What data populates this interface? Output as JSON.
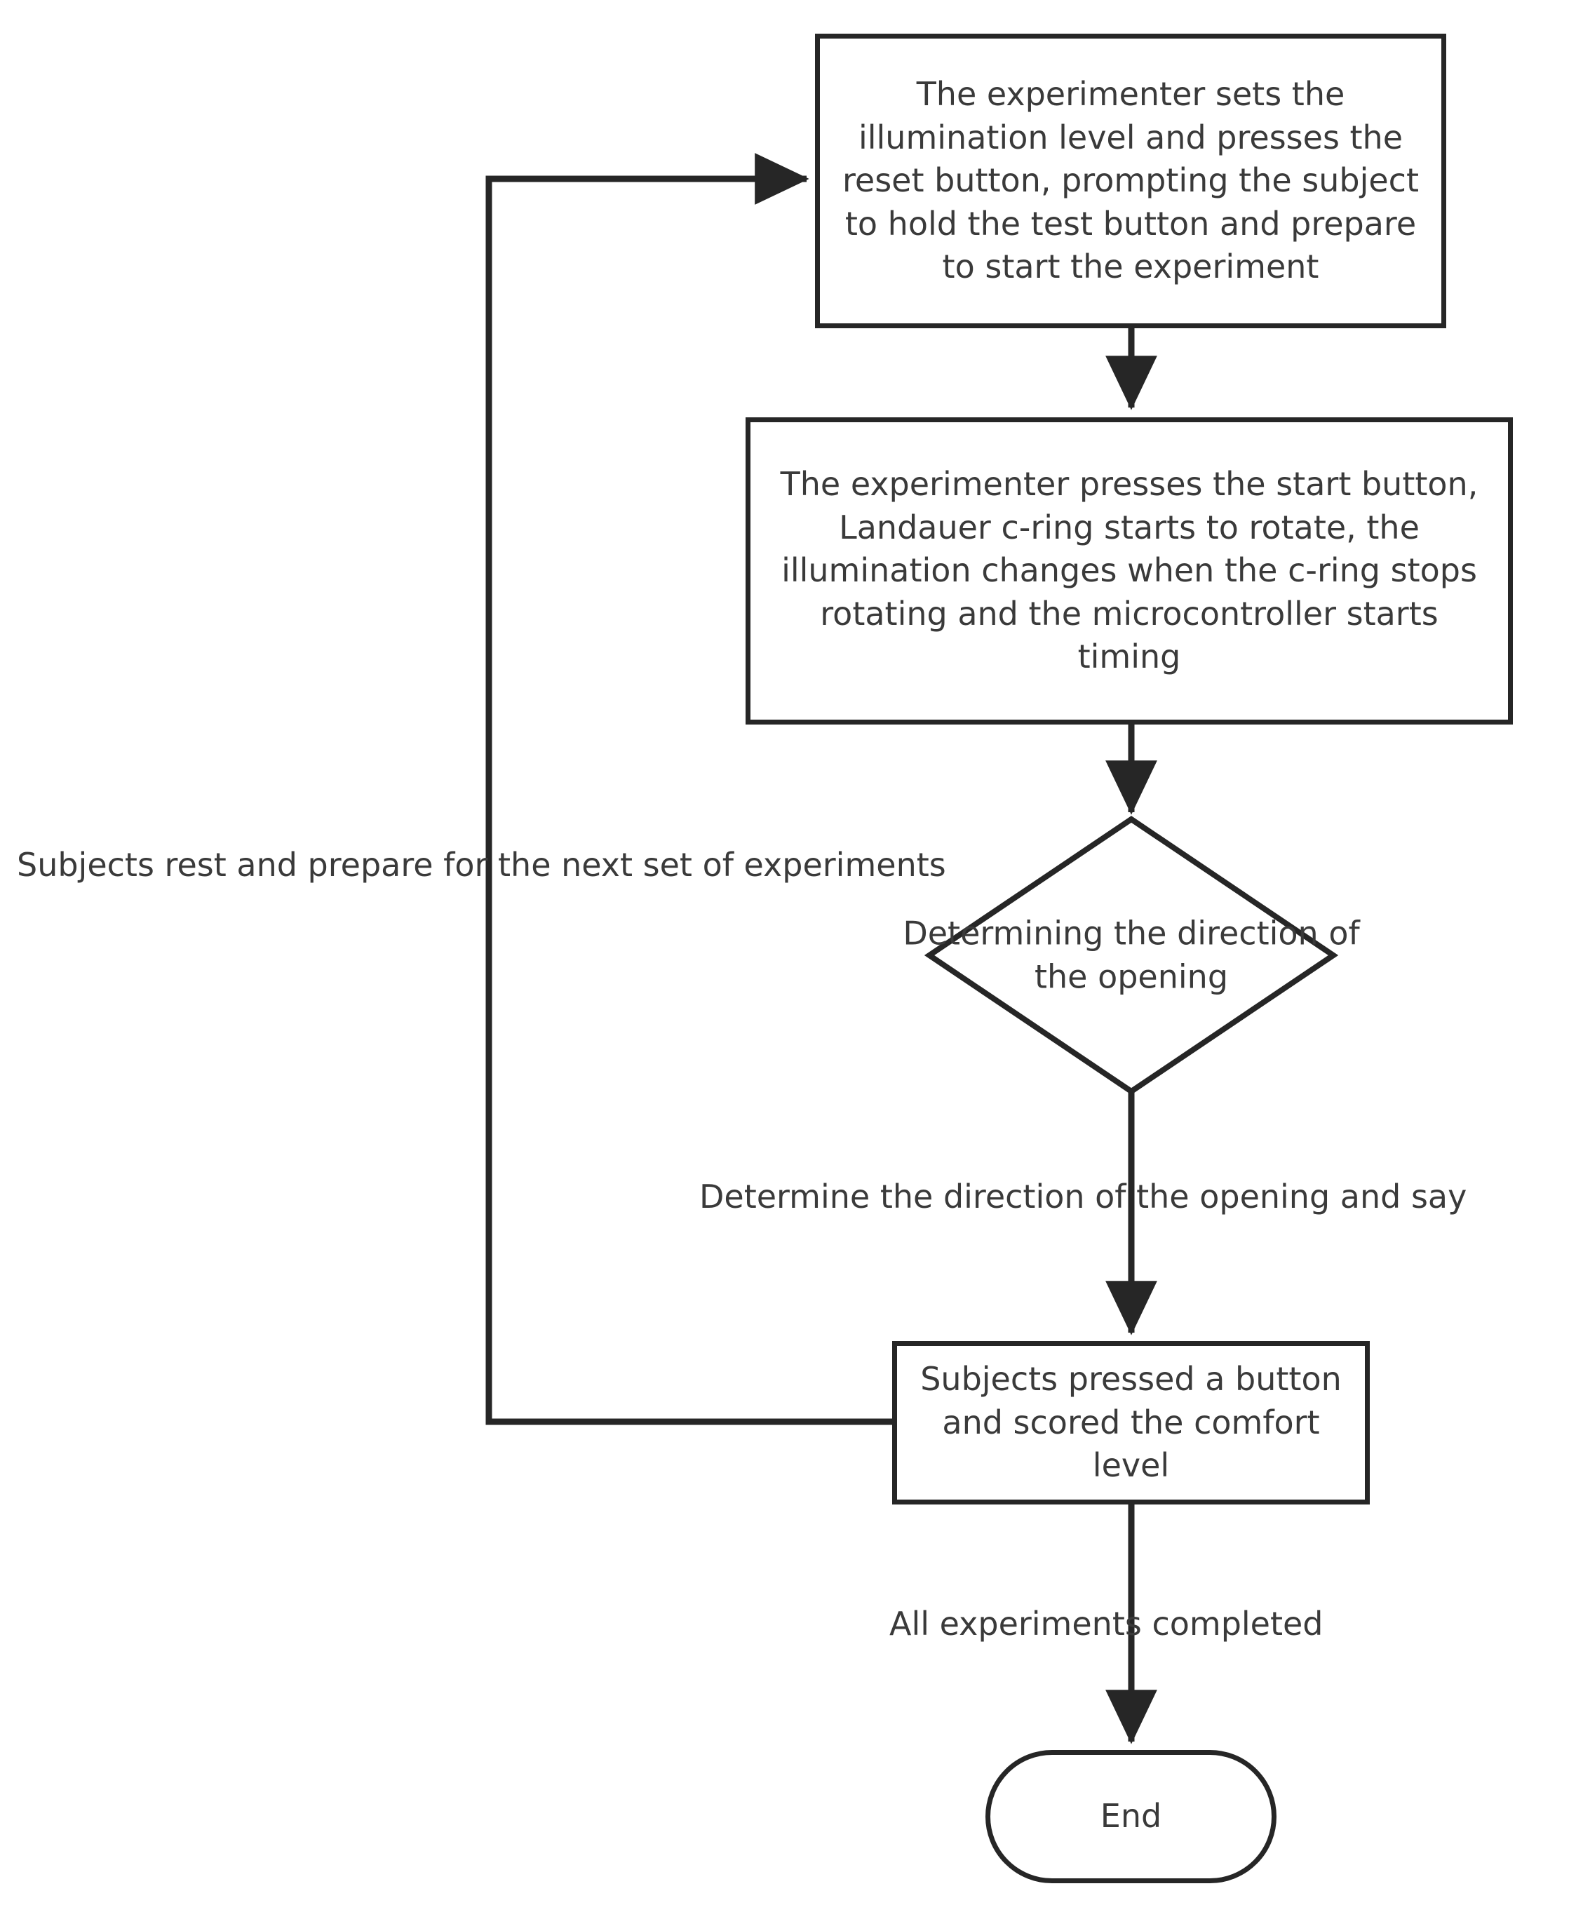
{
  "diagram": {
    "type": "flowchart",
    "title": "Experiment procedure flowchart",
    "colors": {
      "stroke": "#262626",
      "text": "#3a3a3a",
      "background": "#ffffff"
    },
    "nodes": [
      {
        "id": "set-illumination",
        "shape": "process",
        "text": "The experimenter sets the illumination level and presses the reset button, prompting the subject to hold the test button and prepare to start the experiment"
      },
      {
        "id": "press-start",
        "shape": "process",
        "text": "The experimenter presses the start button, Landauer c-ring starts to rotate, the illumination changes when the c-ring stops rotating and the microcontroller starts timing"
      },
      {
        "id": "determine-direction",
        "shape": "decision",
        "text": "Determining the direction of the opening"
      },
      {
        "id": "score-comfort",
        "shape": "process",
        "text": "Subjects pressed a button and scored the comfort level"
      },
      {
        "id": "end",
        "shape": "terminator",
        "text": "End"
      }
    ],
    "edge_labels": [
      {
        "id": "loop-label",
        "text": "Subjects rest and prepare for the next set of experiments"
      },
      {
        "id": "say-direction-label",
        "text": "Determine the direction of the opening and say"
      },
      {
        "id": "all-completed-label",
        "text": "All experiments completed"
      }
    ],
    "edges": [
      {
        "from": "set-illumination",
        "to": "press-start",
        "label": ""
      },
      {
        "from": "press-start",
        "to": "determine-direction",
        "label": ""
      },
      {
        "from": "determine-direction",
        "to": "score-comfort",
        "label": "Determine the direction of the opening and say"
      },
      {
        "from": "score-comfort",
        "to": "end",
        "label": "All experiments completed"
      },
      {
        "from": "score-comfort",
        "to": "set-illumination",
        "label": "Subjects rest and prepare for the next set of experiments"
      }
    ]
  }
}
